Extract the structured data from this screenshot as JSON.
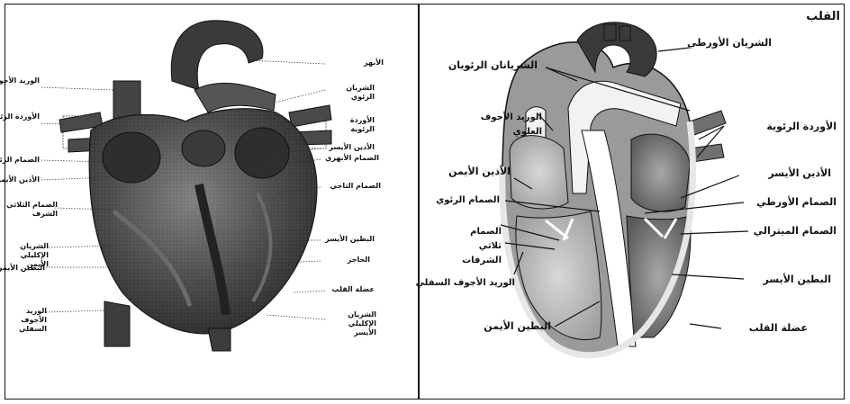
{
  "left_panel": {
    "labels_left": [
      {
        "text": "الوريد الأجوف العلوي"
      },
      {
        "text": "الأوردة الرئوية"
      },
      {
        "text": "الصمام الرئوي"
      },
      {
        "text": "الأذين الأيمن"
      },
      {
        "text": "الصمام الثلاثي الشرف"
      },
      {
        "text": "الشريان الإكليلي الأيمن"
      },
      {
        "text": "البطين الأيمن"
      },
      {
        "text": "الوريد الأجوف السفلي"
      }
    ],
    "labels_right": [
      {
        "text": "الأبهر"
      },
      {
        "text": "الشريان الرئوي"
      },
      {
        "text": "الأوردة الرئوية"
      },
      {
        "text": "الأذين الأيسر"
      },
      {
        "text": "الصمام الأبهري"
      },
      {
        "text": "الصمام التاجي"
      },
      {
        "text": "البطين الأيسر"
      },
      {
        "text": "الحاجز"
      },
      {
        "text": "عضلة القلب"
      },
      {
        "text": "الشريان الإكليلي الأيسر"
      }
    ]
  },
  "right_panel": {
    "title": "القلب",
    "labels": [
      {
        "text": "الشريان الأورطي"
      },
      {
        "text": "الشريانان الرئويان"
      },
      {
        "text": "الوريد الأجوف العلوي"
      },
      {
        "text": "الأوردة الرئوية"
      },
      {
        "text": "الأذين الأيمن"
      },
      {
        "text": "الأذين الأيسر"
      },
      {
        "text": "الصمام الرئوي"
      },
      {
        "text": "الصمام الأورطي"
      },
      {
        "text": "الصمام ثلاثي الشرفات"
      },
      {
        "text": "الصمام الميترالي"
      },
      {
        "text": "الوريد الأجوف السفلي"
      },
      {
        "text": "البطين الأيسر"
      },
      {
        "text": "البطين الأيمن"
      },
      {
        "text": "عضلة القلب"
      }
    ]
  }
}
